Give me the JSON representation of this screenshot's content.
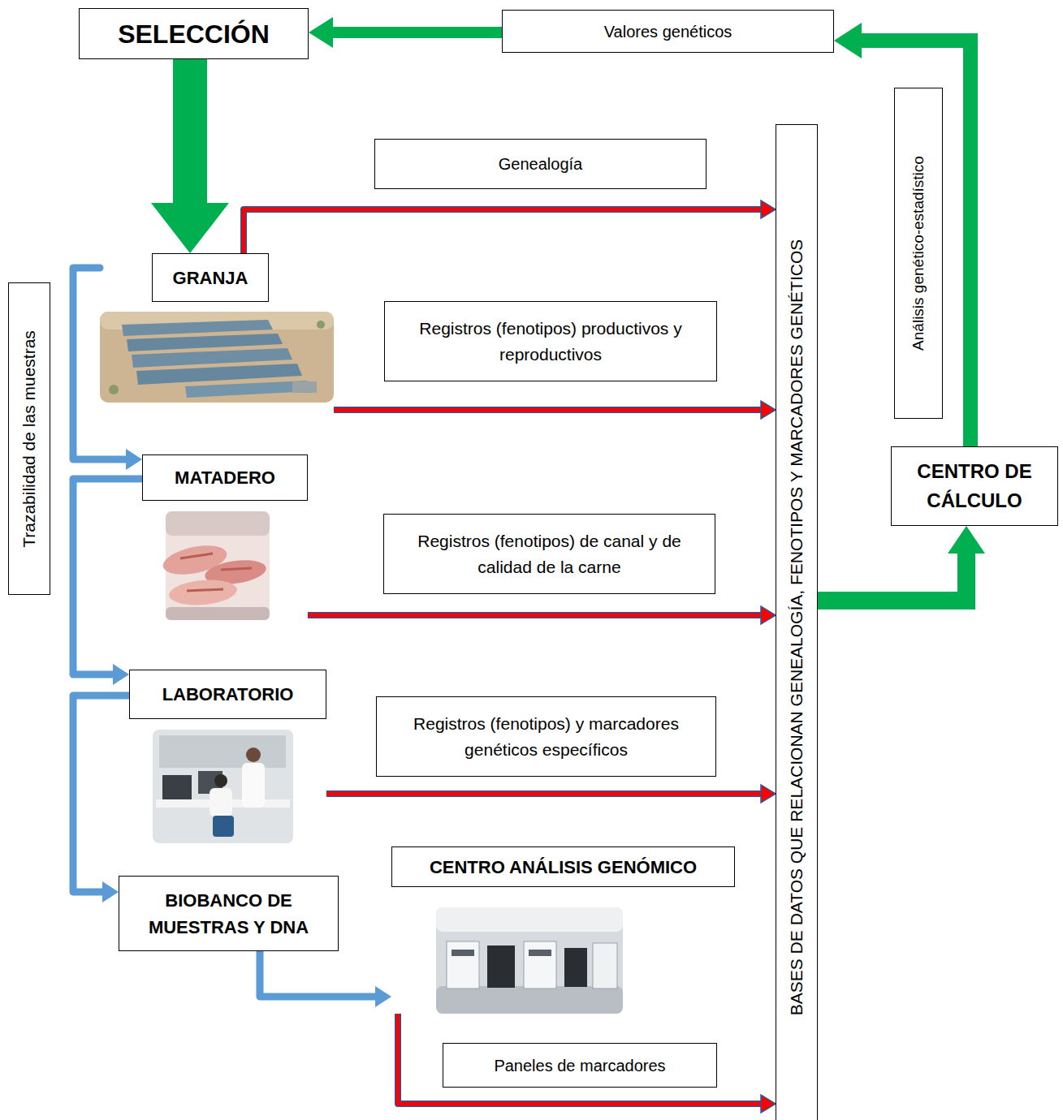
{
  "diagram": {
    "nodes": [
      {
        "text": [
          "SELECCIÓN"
        ]
      },
      {
        "text": [
          "Valores genéticos"
        ]
      },
      {
        "text": [
          "Genealogía"
        ]
      },
      {
        "text": [
          "GRANJA"
        ]
      },
      {
        "text": [
          "Registros (fenotipos) productivos y reproductivos"
        ]
      },
      {
        "text": [
          "MATADERO"
        ]
      },
      {
        "text": [
          "Registros (fenotipos) de canal y de calidad de la carne"
        ]
      },
      {
        "text": [
          "LABORATORIO"
        ]
      },
      {
        "text": [
          "Registros (fenotipos) y marcadores genéticos específicos"
        ]
      },
      {
        "text": [
          "BIOBANCO DE MUESTRAS Y DNA"
        ]
      },
      {
        "text": [
          "CENTRO ANÁLISIS GENÓMICO"
        ]
      },
      {
        "text": [
          "Paneles de marcadores"
        ]
      },
      {
        "text": [
          "BASES DE DATOS QUE RELACIONAN GENEALOGÍA, FENOTIPOS Y MARCADORES GENÉTICOS"
        ]
      },
      {
        "text": [
          "CENTRO DE CÁLCULO"
        ]
      },
      {
        "text": [
          "Análisis genético-estadístico"
        ]
      },
      {
        "text": [
          "Trazabilidad de las muestras"
        ]
      }
    ],
    "edges": [
      {
        "from": 1,
        "to": 0,
        "arrow": "to"
      },
      {
        "from": 0,
        "to": 3,
        "arrow": "to"
      },
      {
        "from": 3,
        "to": 12,
        "arrow": "to"
      },
      {
        "from": 3,
        "to": 12,
        "arrow": "to"
      },
      {
        "from": 5,
        "to": 12,
        "arrow": "to"
      },
      {
        "from": 7,
        "to": 12,
        "arrow": "to"
      },
      {
        "from": 10,
        "to": 12,
        "arrow": "to"
      },
      {
        "from": 12,
        "to": 13,
        "arrow": "to"
      },
      {
        "from": 13,
        "to": 1,
        "arrow": "to"
      },
      {
        "from": 3,
        "to": 5,
        "arrow": "to"
      },
      {
        "from": 5,
        "to": 7,
        "arrow": "to"
      },
      {
        "from": 7,
        "to": 9,
        "arrow": "to"
      },
      {
        "from": 9,
        "to": 10,
        "arrow": "to"
      }
    ]
  }
}
